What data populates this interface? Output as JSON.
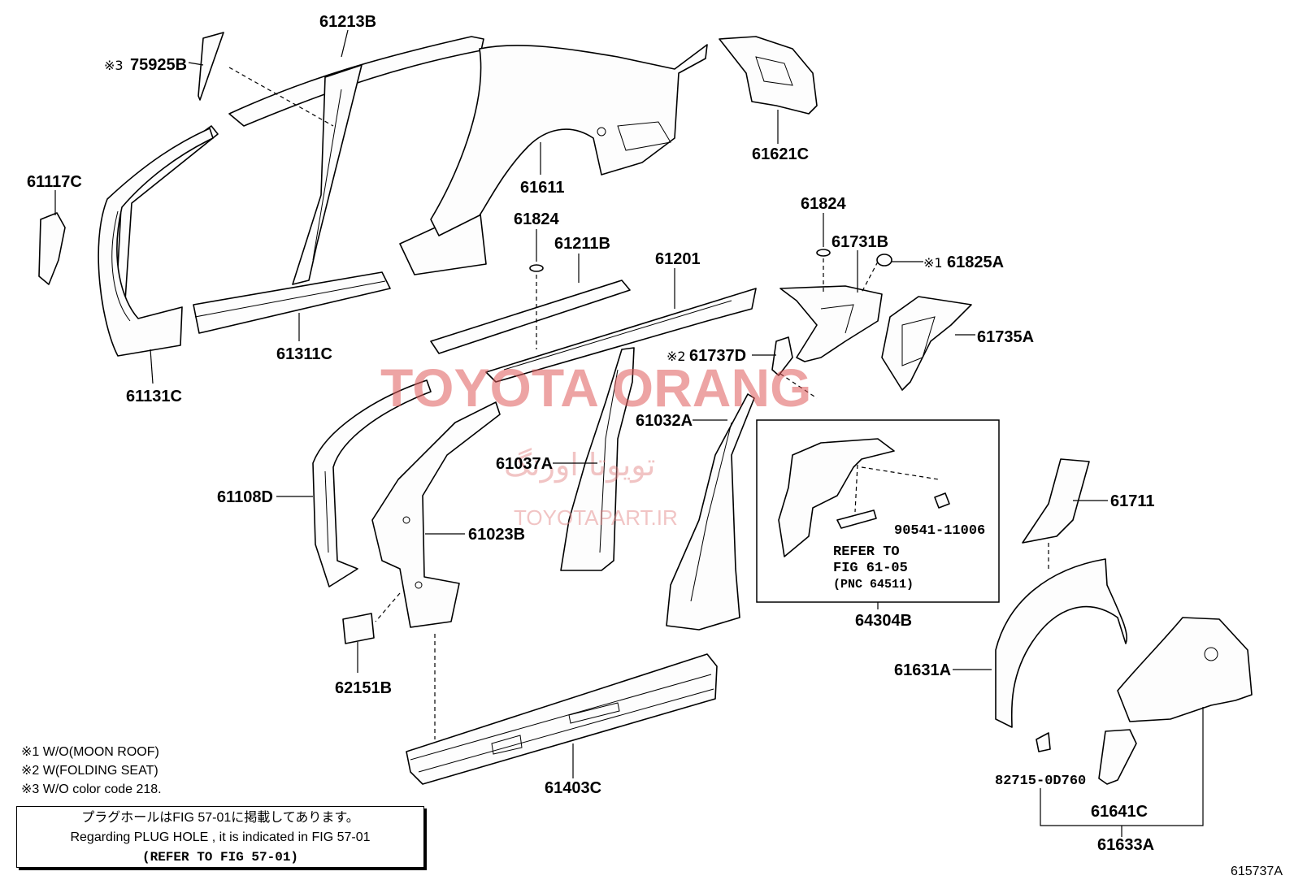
{
  "diagram": {
    "parts": [
      {
        "id": "p61213B",
        "label": "61213B",
        "mark": ""
      },
      {
        "id": "p75925B",
        "label": "75925B",
        "mark": "※3"
      },
      {
        "id": "p61117C",
        "label": "61117C",
        "mark": ""
      },
      {
        "id": "p61611",
        "label": "61611",
        "mark": ""
      },
      {
        "id": "p61621C",
        "label": "61621C",
        "mark": ""
      },
      {
        "id": "p61824a",
        "label": "61824",
        "mark": ""
      },
      {
        "id": "p61211B",
        "label": "61211B",
        "mark": ""
      },
      {
        "id": "p61201",
        "label": "61201",
        "mark": ""
      },
      {
        "id": "p61824b",
        "label": "61824",
        "mark": ""
      },
      {
        "id": "p61731B",
        "label": "61731B",
        "mark": ""
      },
      {
        "id": "p61825A",
        "label": "61825A",
        "mark": "※1"
      },
      {
        "id": "p61735A",
        "label": "61735A",
        "mark": ""
      },
      {
        "id": "p61737D",
        "label": "61737D",
        "mark": "※2"
      },
      {
        "id": "p61311C",
        "label": "61311C",
        "mark": ""
      },
      {
        "id": "p61131C",
        "label": "61131C",
        "mark": ""
      },
      {
        "id": "p61032A",
        "label": "61032A",
        "mark": ""
      },
      {
        "id": "p61037A",
        "label": "61037A",
        "mark": ""
      },
      {
        "id": "p61108D",
        "label": "61108D",
        "mark": ""
      },
      {
        "id": "p61023B",
        "label": "61023B",
        "mark": ""
      },
      {
        "id": "p62151B",
        "label": "62151B",
        "mark": ""
      },
      {
        "id": "p64304B",
        "label": "64304B",
        "mark": ""
      },
      {
        "id": "p61711",
        "label": "61711",
        "mark": ""
      },
      {
        "id": "p61631A",
        "label": "61631A",
        "mark": ""
      },
      {
        "id": "p61403C",
        "label": "61403C",
        "mark": ""
      },
      {
        "id": "p82715",
        "label": "82715-0D760",
        "mark": ""
      },
      {
        "id": "p61641C",
        "label": "61641C",
        "mark": ""
      },
      {
        "id": "p61633A",
        "label": "61633A",
        "mark": ""
      }
    ],
    "inset": {
      "clip_label": "90541-11006",
      "refer_lines": [
        "REFER TO",
        "FIG 61-05",
        "(PNC 64511)"
      ]
    }
  },
  "watermark": {
    "main": "TOYOTA ORANG",
    "persian": "تویوتا اورنگ",
    "url": "TOYOTAPART.IR"
  },
  "notes": [
    "※1 W/O(MOON ROOF)",
    "※2 W(FOLDING SEAT)",
    "※3 W/O color code 218."
  ],
  "plug_box": {
    "line_jp": "プラグホールはFIG 57-01に掲載してあります。",
    "line_en": "Regarding PLUG HOLE , it is indicated in FIG 57-01",
    "line_ref": "(REFER TO FIG 57-01)"
  },
  "figure_code": "615737A"
}
